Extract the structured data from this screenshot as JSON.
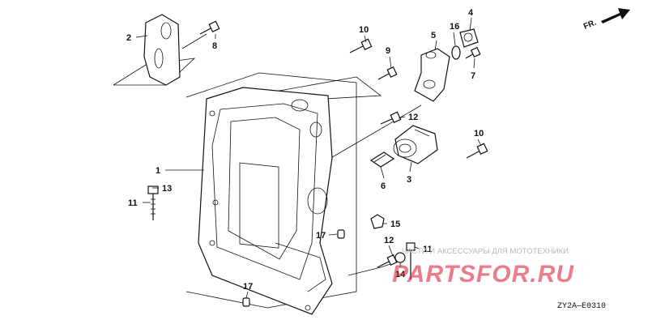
{
  "diagram": {
    "callouts": [
      {
        "id": "c2",
        "text": "2"
      },
      {
        "id": "c8",
        "text": "8"
      },
      {
        "id": "c10a",
        "text": "10"
      },
      {
        "id": "c9",
        "text": "9"
      },
      {
        "id": "c5",
        "text": "5"
      },
      {
        "id": "c16",
        "text": "16"
      },
      {
        "id": "c4",
        "text": "4"
      },
      {
        "id": "c7",
        "text": "7"
      },
      {
        "id": "c12a",
        "text": "12"
      },
      {
        "id": "c10b",
        "text": "10"
      },
      {
        "id": "c1",
        "text": "1"
      },
      {
        "id": "c13",
        "text": "13"
      },
      {
        "id": "c11a",
        "text": "11"
      },
      {
        "id": "c6",
        "text": "6"
      },
      {
        "id": "c3",
        "text": "3"
      },
      {
        "id": "c15",
        "text": "15"
      },
      {
        "id": "c17a",
        "text": "17"
      },
      {
        "id": "c12b",
        "text": "12"
      },
      {
        "id": "c11b",
        "text": "11"
      },
      {
        "id": "c14",
        "text": "14"
      },
      {
        "id": "c17b",
        "text": "17"
      }
    ],
    "direction_label": "FR.",
    "diagram_code": "ZY2A—E0310"
  },
  "watermark": {
    "tagline": "ЧАСТИ И АКСЕССУАРЫ ДЛЯ МОТОТЕХНИКИ",
    "brand": "PARTSFOR.RU",
    "brand_color": "#d9142b"
  }
}
